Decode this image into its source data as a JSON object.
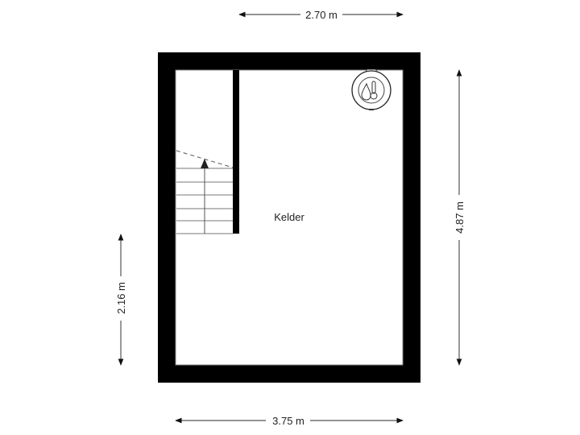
{
  "floorplan": {
    "room": {
      "label": "Kelder"
    },
    "dimensions": {
      "top": "2.70 m",
      "right": "4.87 m",
      "left": "2.16 m",
      "bottom": "3.75 m"
    },
    "fixtures": [
      {
        "name": "boiler",
        "icon": "boiler-thermometer-drop-icon"
      },
      {
        "name": "stairs",
        "icon": "staircase-up-arrow-icon",
        "steps": 5
      }
    ],
    "colors": {
      "wall": "#000000",
      "background": "#ffffff",
      "dimension_line": "#555555",
      "text": "#222222"
    }
  }
}
